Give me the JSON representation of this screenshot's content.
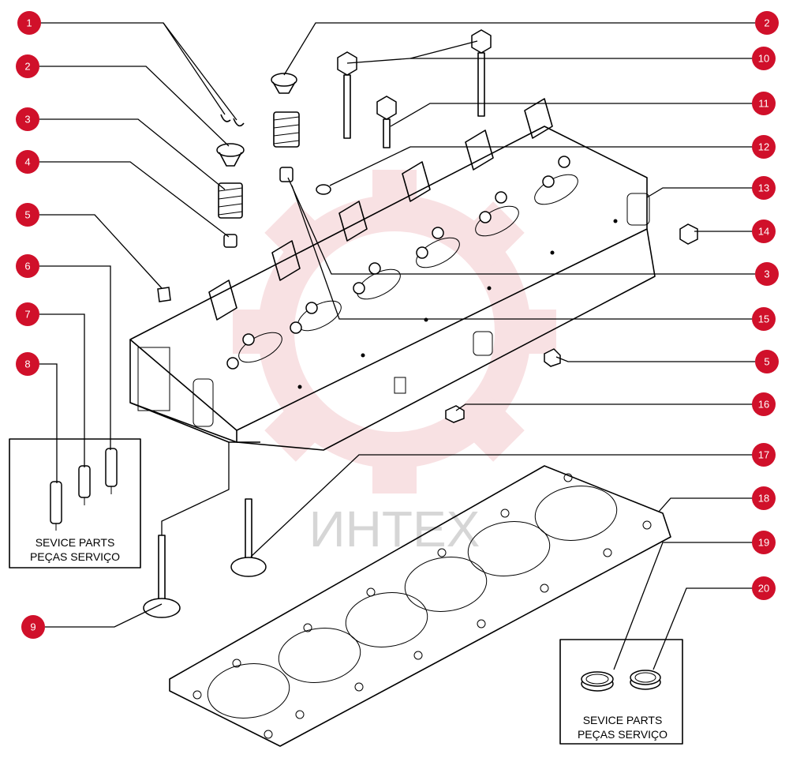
{
  "watermark": {
    "text": "ИНТЕХ",
    "gear_color": "#f4c9cd"
  },
  "accent_color": "#d0102a",
  "service_box_left": {
    "line1": "SEVICE PARTS",
    "line2": "PEÇAS  SERVIÇO"
  },
  "service_box_right": {
    "line1": "SEVICE PARTS",
    "line2": "PEÇAS  SERVIÇO"
  },
  "callouts": [
    {
      "id": "c1",
      "label": "1"
    },
    {
      "id": "c2a",
      "label": "2"
    },
    {
      "id": "c3a",
      "label": "3"
    },
    {
      "id": "c4",
      "label": "4"
    },
    {
      "id": "c5a",
      "label": "5"
    },
    {
      "id": "c6",
      "label": "6"
    },
    {
      "id": "c7",
      "label": "7"
    },
    {
      "id": "c8",
      "label": "8"
    },
    {
      "id": "c9",
      "label": "9"
    },
    {
      "id": "c2b",
      "label": "2"
    },
    {
      "id": "c10",
      "label": "10"
    },
    {
      "id": "c11",
      "label": "11"
    },
    {
      "id": "c12",
      "label": "12"
    },
    {
      "id": "c13",
      "label": "13"
    },
    {
      "id": "c14",
      "label": "14"
    },
    {
      "id": "c3b",
      "label": "3"
    },
    {
      "id": "c15",
      "label": "15"
    },
    {
      "id": "c5b",
      "label": "5"
    },
    {
      "id": "c16",
      "label": "16"
    },
    {
      "id": "c17",
      "label": "17"
    },
    {
      "id": "c18",
      "label": "18"
    },
    {
      "id": "c19",
      "label": "19"
    },
    {
      "id": "c20",
      "label": "20"
    }
  ]
}
